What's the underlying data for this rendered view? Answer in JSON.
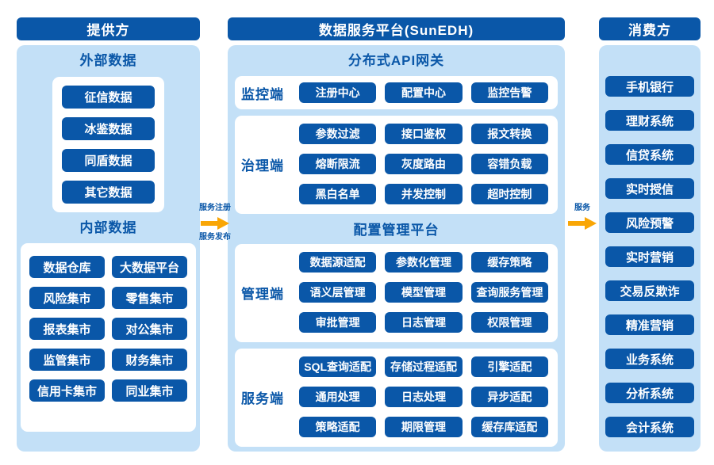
{
  "colors": {
    "primary": "#0a57a8",
    "panel_blue": "#c3e0f7",
    "box_white": "#ffffff",
    "arrow_orange": "#f9a606"
  },
  "provider": {
    "title": "提供方",
    "external": {
      "title": "外部数据",
      "items": [
        "征信数据",
        "冰鉴数据",
        "同盾数据",
        "其它数据"
      ]
    },
    "internal": {
      "title": "内部数据",
      "items": [
        "数据仓库",
        "大数据平台",
        "风险集市",
        "零售集市",
        "报表集市",
        "对公集市",
        "监管集市",
        "财务集市",
        "信用卡集市",
        "同业集市"
      ]
    }
  },
  "platform": {
    "title": "数据服务平台(SunEDH)",
    "gateway": {
      "title": "分布式API网关",
      "sections": [
        {
          "label": "监控端",
          "items": [
            "注册中心",
            "配置中心",
            "监控告警"
          ]
        },
        {
          "label": "治理端",
          "items": [
            "参数过滤",
            "接口鉴权",
            "报文转换",
            "熔断限流",
            "灰度路由",
            "容错负载",
            "黑白名单",
            "并发控制",
            "超时控制"
          ]
        }
      ]
    },
    "config": {
      "title": "配置管理平台",
      "sections": [
        {
          "label": "管理端",
          "items": [
            "数据源适配",
            "参数化管理",
            "缓存策略",
            "语义层管理",
            "模型管理",
            "查询服务管理",
            "审批管理",
            "日志管理",
            "权限管理"
          ]
        },
        {
          "label": "服务端",
          "items": [
            "SQL查询适配",
            "存储过程适配",
            "引擎适配",
            "通用处理",
            "日志处理",
            "异步适配",
            "策略适配",
            "期限管理",
            "缓存库适配"
          ]
        }
      ]
    }
  },
  "consumer": {
    "title": "消费方",
    "items": [
      "手机银行",
      "理财系统",
      "信贷系统",
      "实时授信",
      "风险预警",
      "实时营销",
      "交易反欺诈",
      "精准营销",
      "业务系统",
      "分析系统",
      "会计系统"
    ]
  },
  "arrows": {
    "left": {
      "top_label": "服务注册",
      "bottom_label": "服务发布"
    },
    "right": {
      "top_label": "服务"
    }
  }
}
